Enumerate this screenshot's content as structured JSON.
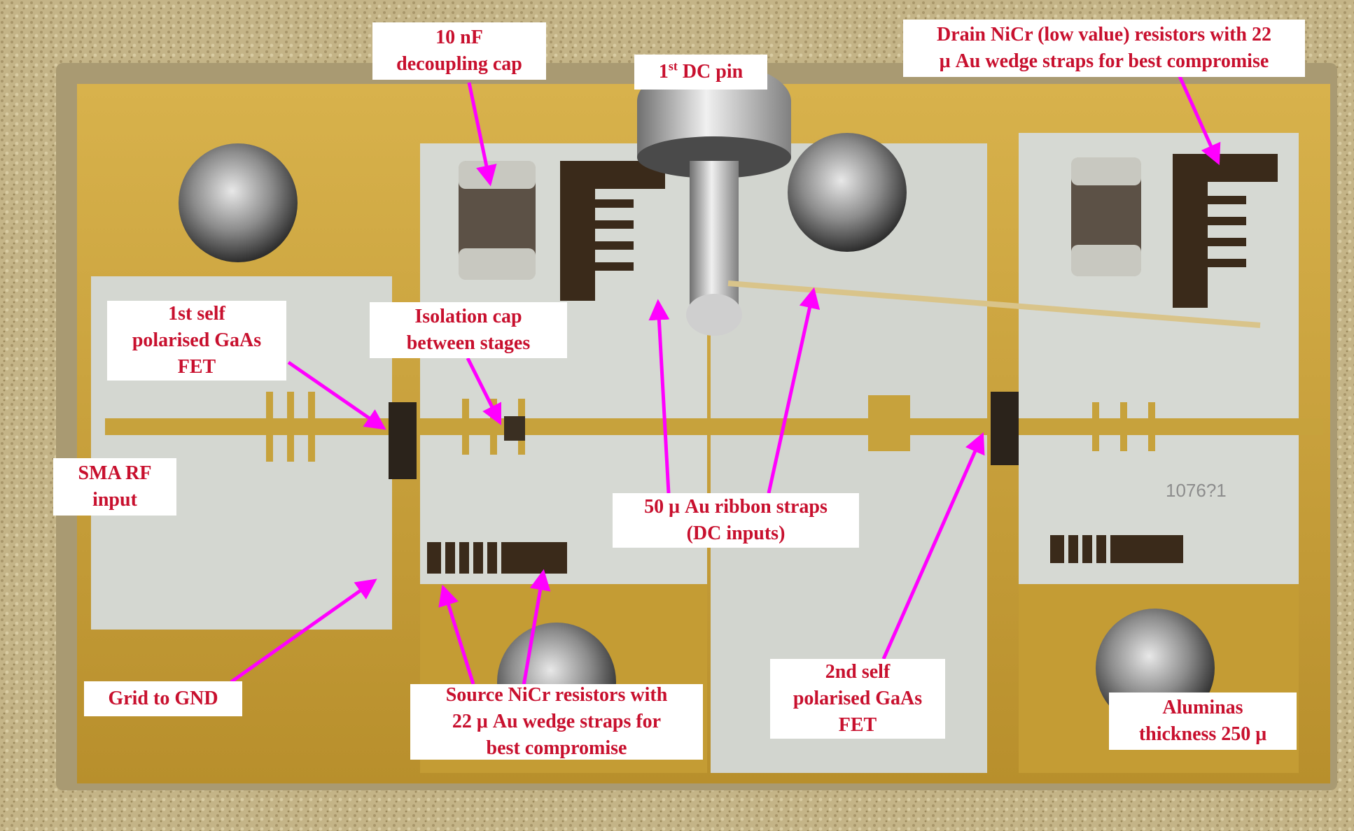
{
  "labels": {
    "decoupling_cap": [
      "10 nF",
      "decoupling cap"
    ],
    "dc_pin": {
      "pre": "1",
      "sup": "st",
      "post": " DC pin"
    },
    "drain_resistors": [
      "Drain NiCr (low value) resistors with 22",
      "μ Au wedge straps for best compromise"
    ],
    "fet1": [
      "1st self",
      "polarised GaAs",
      "FET"
    ],
    "isolation_cap": [
      "Isolation cap",
      "between stages"
    ],
    "sma_input": [
      "SMA RF",
      "input"
    ],
    "ribbon_straps": [
      "50 μ Au ribbon straps",
      "(DC inputs)"
    ],
    "grid_gnd": [
      "Grid to GND"
    ],
    "source_resistors": [
      "Source NiCr resistors with",
      "22 μ Au wedge straps for",
      "best compromise"
    ],
    "fet2": [
      "2nd self",
      "polarised GaAs",
      "FET"
    ],
    "aluminas": [
      "Aluminas",
      "thickness 250 μ"
    ]
  },
  "overlay": {
    "board_text": "1076?1"
  },
  "colors": {
    "label_text": "#c8102e",
    "arrow": "#ff00ff",
    "label_bg": "#ffffff",
    "gold": "#c9a13a",
    "alumina": "#d6d9d3",
    "housing": "#b9a878"
  }
}
